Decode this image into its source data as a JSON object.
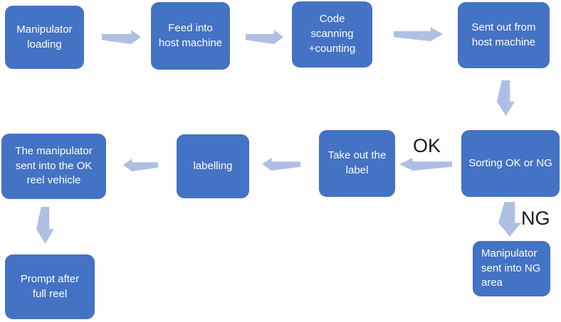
{
  "diagram": {
    "type": "flowchart",
    "colors": {
      "node_fill": "#4472C4",
      "node_text": "#FFFFFF",
      "arrow_fill": "#AFBFE4",
      "branch_label_color": "#1A1A1A",
      "canvas_bg": "#FFFFFF"
    },
    "nodes": [
      {
        "id": "manipulator-loading",
        "label": "Manipulator\nloading"
      },
      {
        "id": "feed-into-host-machine",
        "label": "Feed into\nhost machine"
      },
      {
        "id": "code-scanning-counting",
        "label": "Code\nscanning\n+counting"
      },
      {
        "id": "sent-out-from-host-machine",
        "label": "Sent out from\nhost machine"
      },
      {
        "id": "sorting-ok-or-ng",
        "label": "Sorting OK or NG"
      },
      {
        "id": "take-out-the-label",
        "label": "Take out the\nlabel"
      },
      {
        "id": "labelling",
        "label": "labelling"
      },
      {
        "id": "manipulator-ok-reel",
        "label": "The manipulator\nsent into the OK\nreel vehicle"
      },
      {
        "id": "prompt-after-full-reel",
        "label": "Prompt after\nfull reel"
      },
      {
        "id": "manipulator-ng-area",
        "label": "Manipulator\nsent into NG\narea"
      }
    ],
    "branch_labels": {
      "ok": "OK",
      "ng": "NG"
    },
    "edges": [
      {
        "from": "manipulator-loading",
        "to": "feed-into-host-machine",
        "direction": "right"
      },
      {
        "from": "feed-into-host-machine",
        "to": "code-scanning-counting",
        "direction": "right"
      },
      {
        "from": "code-scanning-counting",
        "to": "sent-out-from-host-machine",
        "direction": "right"
      },
      {
        "from": "sent-out-from-host-machine",
        "to": "sorting-ok-or-ng",
        "direction": "down"
      },
      {
        "from": "sorting-ok-or-ng",
        "to": "take-out-the-label",
        "direction": "left",
        "label": "OK"
      },
      {
        "from": "take-out-the-label",
        "to": "labelling",
        "direction": "left"
      },
      {
        "from": "labelling",
        "to": "manipulator-ok-reel",
        "direction": "left"
      },
      {
        "from": "manipulator-ok-reel",
        "to": "prompt-after-full-reel",
        "direction": "down"
      },
      {
        "from": "sorting-ok-or-ng",
        "to": "manipulator-ng-area",
        "direction": "down",
        "label": "NG"
      }
    ]
  }
}
